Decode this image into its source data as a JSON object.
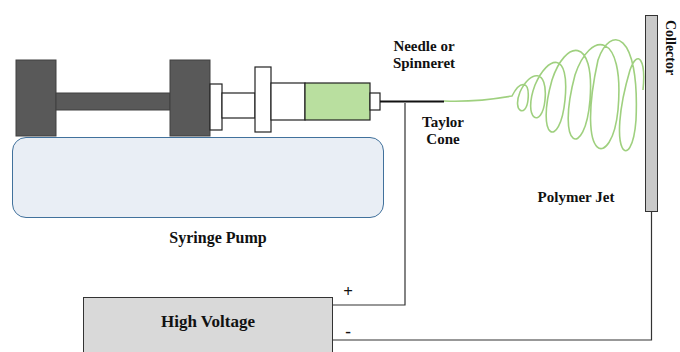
{
  "diagram": {
    "nodes": [
      {
        "text": [
          "Syringe Pump"
        ]
      },
      {
        "text": [
          "Collector"
        ]
      },
      {
        "text": [
          "High Voltage"
        ]
      }
    ],
    "edges": [
      {
        "from": 2,
        "to": 1,
        "arrow": "none"
      }
    ],
    "labels": [
      "Needle or Spinneret",
      "Taylor Cone",
      "Polymer Jet",
      "+",
      "-"
    ]
  }
}
